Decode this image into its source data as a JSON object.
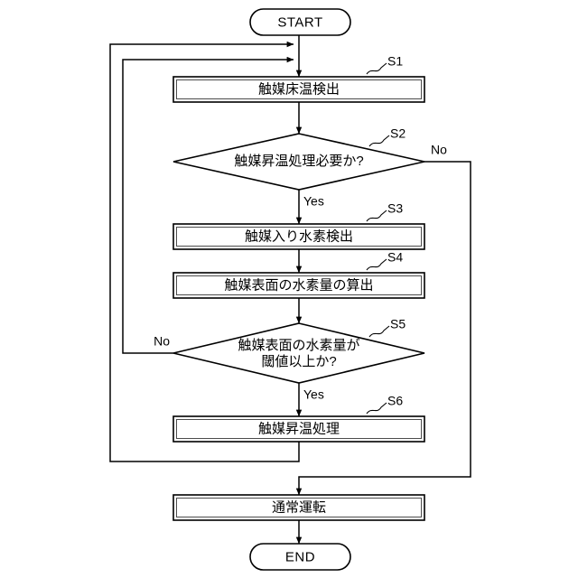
{
  "diagram": {
    "type": "flowchart",
    "language": "ja",
    "orientation": "vertical",
    "terminals": {
      "start": "START",
      "end": "END"
    },
    "nodes": [
      {
        "id": "S1",
        "shape": "process",
        "step_label": "S1",
        "text": "触媒床温検出"
      },
      {
        "id": "S2",
        "shape": "decision",
        "step_label": "S2",
        "text": "触媒昇温処理必要か?",
        "yes_label": "Yes",
        "no_label": "No"
      },
      {
        "id": "S3",
        "shape": "process",
        "step_label": "S3",
        "text": "触媒入り水素検出"
      },
      {
        "id": "S4",
        "shape": "process",
        "step_label": "S4",
        "text": "触媒表面の水素量の算出"
      },
      {
        "id": "S5",
        "shape": "decision",
        "step_label": "S5",
        "text_line1": "触媒表面の水素量が",
        "text_line2": "閾値以上か?",
        "yes_label": "Yes",
        "no_label": "No"
      },
      {
        "id": "S6",
        "shape": "process",
        "step_label": "S6",
        "text": "触媒昇温処理"
      },
      {
        "id": "NORMAL",
        "shape": "process",
        "step_label": "",
        "text": "通常運転"
      }
    ],
    "colors": {
      "stroke": "#000000",
      "fill": "#ffffff",
      "text": "#000000"
    }
  }
}
